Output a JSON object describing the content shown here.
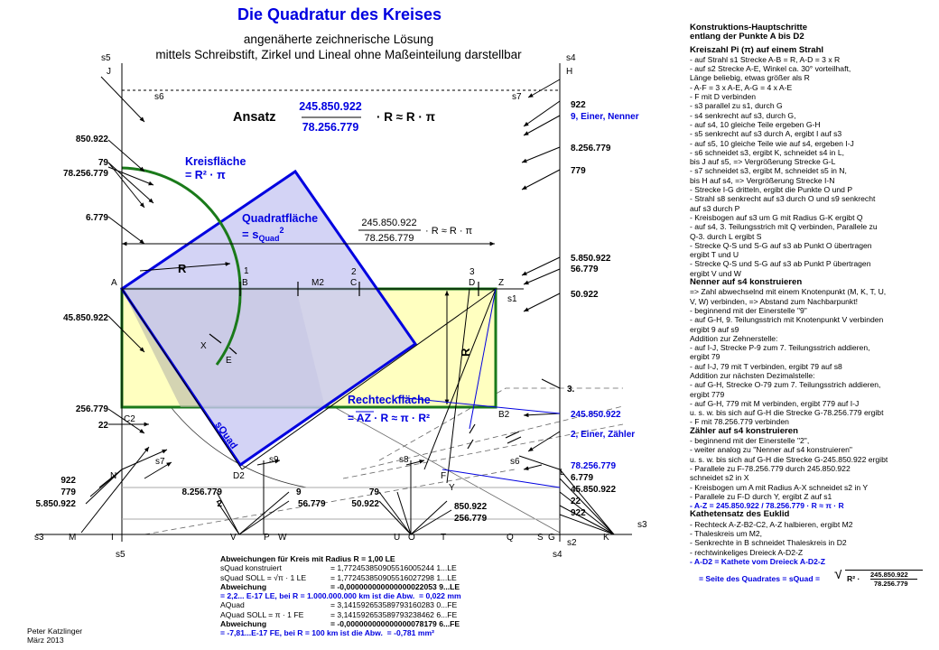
{
  "title": "Die Quadratur des Kreises",
  "subtitle1": "angenäherte zeichnerische Lösung",
  "subtitle2": "mittels Schreibstift, Zirkel und Lineal ohne Maßeinteilung  darstellbar",
  "ansatz": {
    "label": "Ansatz",
    "num": "245.850.922",
    "den": "78.256.779",
    "rest": "· R ≈ R · π"
  },
  "kreisflaeche": {
    "label": "Kreisfläche",
    "formula": "= R² · π"
  },
  "quadratflaeche": {
    "label": "Quadratfläche",
    "formula": "= s",
    "sub": "Quad",
    "sup": "2"
  },
  "frac2": {
    "num": "245.850.922",
    "den": "78.256.779",
    "rest": "· R ≈ R · π"
  },
  "rechteckflaeche": {
    "label": "Rechteckfläche",
    "formula": "= AZ · R ≈ π · R²"
  },
  "squad_label": "sQuad",
  "points": {
    "A": "A",
    "B": "B",
    "C": "C",
    "D": "D",
    "Z": "Z",
    "M2": "M2",
    "X": "X",
    "E": "E",
    "C2": "C2",
    "B2": "B2",
    "D2": "D2",
    "J": "J",
    "H": "H",
    "N": "N",
    "L": "L",
    "F": "F",
    "Y": "Y",
    "M": "M",
    "I": "I",
    "V": "V",
    "P": "P",
    "W": "W",
    "U": "U",
    "O": "O",
    "T": "T",
    "Q": "Q",
    "S": "S",
    "G": "G",
    "K": "K",
    "R": "R",
    "n1": "1",
    "n2": "2",
    "n3": "3"
  },
  "lines": {
    "s1": "s1",
    "s2": "s2",
    "s3": "s3",
    "s4": "s4",
    "s5": "s5",
    "s6": "s6",
    "s7": "s7",
    "s8": "s8",
    "s9": "s9"
  },
  "left_labels": [
    "850.922",
    "79",
    "78.256.779",
    "6.779",
    "45.850.922",
    "256.779",
    "22",
    "922",
    "779",
    "5.850.922"
  ],
  "right_labels": [
    "922",
    "9, Einer, Nenner",
    "8.256.779",
    "779",
    "5.850.922",
    "56.779",
    "50.922",
    "3.",
    "245.850.922",
    "2, Einer, Zähler",
    "78.256.779",
    "6.779",
    "45.850.922",
    "22",
    "922"
  ],
  "bottom_labels": [
    "8.256.779",
    "2",
    "9",
    "56.779",
    "79",
    "50.922",
    "850.922",
    "256.779"
  ],
  "right_col": {
    "heading": "Konstruktions-Hauptschritte",
    "heading2": "entlang der Punkte A bis D2",
    "sec1": "Kreiszahl Pi (π) auf einem Strahl",
    "items1": [
      "- auf Strahl s1 Strecke A-B = R, A-D = 3 x R",
      "- auf s2 Strecke A-E, Winkel ca. 30° vorteilhaft,",
      "   Länge beliebig,  etwas größer als R",
      "- A-F = 3 x A-E, A-G = 4 x A-E",
      "- F mit D verbinden",
      "- s3 parallel zu s1, durch G",
      "- s4 senkrecht auf s3, durch G,",
      "- auf s4, 10 gleiche Teile ergeben G-H",
      "- s5 senkrecht auf s3 durch A, ergibt I auf s3",
      "- auf s5, 10 gleiche Teile wie auf s4, ergeben I-J",
      "- s6 schneidet s3, ergibt K, schneidet s4 in L,",
      "   bis J auf s5,  => Vergrößerung Strecke G-L",
      "- s7 schneidet  s3, ergibt M, schneidet s5 in N,",
      "   bis H auf s4,  => Vergrößerung Strecke I-N",
      "- Strecke I-G dritteln, ergibt die Punkte O und P",
      "- Strahl s8 senkrecht auf s3 durch O und s9 senkrecht",
      "   auf s3 durch P",
      "- Kreisbogen auf s3 um G mit Radius G-K ergibt Q",
      "- auf s4, 3. Teilungsstrich mit Q verbinden, Parallele zu",
      "   Q-3. durch L ergibt S",
      "- Strecke Q-S und S-G auf s3 ab Punkt O übertragen",
      "   ergibt T und U",
      "- Strecke Q-S und S-G auf s3 ab Punkt P übertragen",
      "   ergibt V und W"
    ],
    "sec2": "Nenner auf s4 konstruieren",
    "items2": [
      "=> Zahl abwechselnd mit einem Knotenpunkt (M, K, T, U,",
      "     V, W) verbinden, => Abstand  zum Nachbarpunkt!",
      "- beginnend mit der Einerstelle \"9\"",
      "- auf G-H, 9. Teilungsstrich mit Knotenpunkt V verbinden",
      "   ergibt 9 auf s9",
      "Addition zur Zehnerstelle:",
      "- auf I-J, Strecke P-9 zum 7. Teilungsstrich addieren,",
      "   ergibt 79",
      "- auf I-J, 79 mit T verbinden, ergibt 79 auf s8",
      "Addition zur nächsten Dezimalstelle:",
      "- auf G-H, Strecke O-79 zum 7. Teilungsstrich addieren,",
      "   ergibt 779",
      "- auf G-H, 779 mit M verbinden, ergibt 779 auf I-J",
      "u. s. w. bis sich auf G-H die Strecke G-78.256.779 ergibt",
      "- F mit 78.256.779 verbinden"
    ],
    "sec3": "Zähler auf s4 konstruieren",
    "items3": [
      "- beginnend mit der Einerstelle \"2\",",
      "- weiter analog zu \"Nenner auf s4 konstruieren\"",
      "u. s. w. bis sich auf G-H die Strecke G-245.850.922 ergibt",
      "- Parallele zu F-78.256.779 durch 245.850.922",
      "   schneidet s2 in X",
      "- Kreisbogen um A mit Radius A-X  schneidet s2 in Y",
      "- Parallele zu  F-D durch Y, ergibt Z auf s1"
    ],
    "blue1": "- A-Z = 245.850.922 / 78.256.779 · R ≈ π · R",
    "sec4": "Kathetensatz des Euklid",
    "items4": [
      "- Rechteck A-Z-B2-C2, A-Z halbieren, ergibt M2",
      "- Thaleskreis um M2,",
      "- Senkrechte in B schneidet Thaleskreis in D2",
      "- rechtwinkeliges Dreieck A-D2-Z"
    ],
    "blue2": "- A-D2  = Kathete vom Dreieck  A-D2-Z",
    "final_left": "= Seite des Quadrates = sQuad =",
    "final_num": "245.850.922",
    "final_den": "78.256.779"
  },
  "deviations": {
    "head": "Abweichungen für Kreis mit Radius R = 1,00 LE",
    "r1a": "sQuad konstruiert",
    "r1b": "= 1,772453850905516005244 1...LE",
    "r2a": "sQuad SOLL = √π · 1 LE",
    "r2b": "= 1,772453850905516027298 1...LE",
    "r3a": "Abweichung",
    "r3b": "= -0,000000000000000022053 9...LE",
    "r4": "= 2,2... E-17 LE, bei R = 1.000.000.000 km ist die Abw.  = 0,022 mm",
    "r5a": "AQuad",
    "r5b": "= 3,141592653589793160283 0...FE",
    "r6a": "AQuad SOLL = π · 1 FE",
    "r6b": "= 3,141592653589793238462 6...FE",
    "r7a": "Abweichung",
    "r7b": "= -0,000000000000000078179 6...FE",
    "r8": "= -7,81...E-17 FE, bei R = 100 km ist die Abw.  = -0,781 mm²"
  },
  "author": {
    "name": "Peter Katzlinger",
    "date": "März 2013"
  },
  "colors": {
    "blue": "#0000e0",
    "green": "#1a7a1a",
    "yellow": "#ffffc0",
    "lilac": "#c8c8f2"
  }
}
